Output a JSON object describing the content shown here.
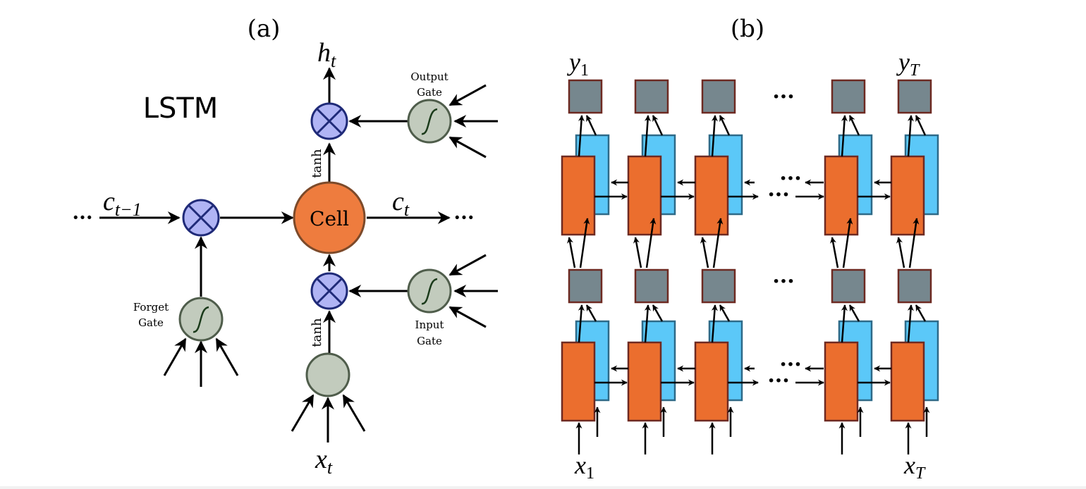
{
  "panel_a": {
    "caption": "(a)",
    "title": "LSTM",
    "labels": {
      "h_out": "h",
      "h_out_sub": "t",
      "c_prev": "c",
      "c_prev_sub": "t−1",
      "c_next": "c",
      "c_next_sub": "t",
      "x_in": "x",
      "x_in_sub": "t",
      "cell": "Cell",
      "tanh_top": "tanh",
      "tanh_bottom": "tanh",
      "ellipsis_left": "···",
      "ellipsis_right": "···"
    },
    "gates": [
      {
        "id": "output",
        "line1": "Output",
        "line2": "Gate"
      },
      {
        "id": "forget",
        "line1": "Forget",
        "line2": "Gate"
      },
      {
        "id": "input",
        "line1": "Input",
        "line2": "Gate"
      }
    ],
    "colors": {
      "multiply_fill": "#b0b4f4",
      "multiply_stroke": "#1f2a78",
      "gate_fill": "#c2cbbd",
      "gate_stroke": "#4f5d4b",
      "sigmoid_stroke": "#1a3a1a",
      "cell_fill": "#ee7c3e",
      "cell_stroke": "#7c4a2a"
    }
  },
  "panel_b": {
    "caption": "(b)",
    "ellipsis": "···",
    "columns": [
      {
        "y_label": "y",
        "y_sub": "1",
        "x_label": "x",
        "x_sub": "1"
      },
      {
        "y_label": "",
        "y_sub": "",
        "x_label": "",
        "x_sub": ""
      },
      {
        "y_label": "",
        "y_sub": "",
        "x_label": "",
        "x_sub": ""
      },
      {
        "y_label": "",
        "y_sub": "",
        "x_label": "",
        "x_sub": ""
      },
      {
        "y_label": "y",
        "y_sub": "T",
        "x_label": "x",
        "x_sub": "T"
      }
    ],
    "colors": {
      "forward_fill": "#eb6e2e",
      "forward_stroke": "#6e2a22",
      "backward_fill": "#5bc8f8",
      "backward_stroke": "#2e6a88",
      "output_fill": "#76878e",
      "output_stroke": "#6e2a22"
    }
  }
}
